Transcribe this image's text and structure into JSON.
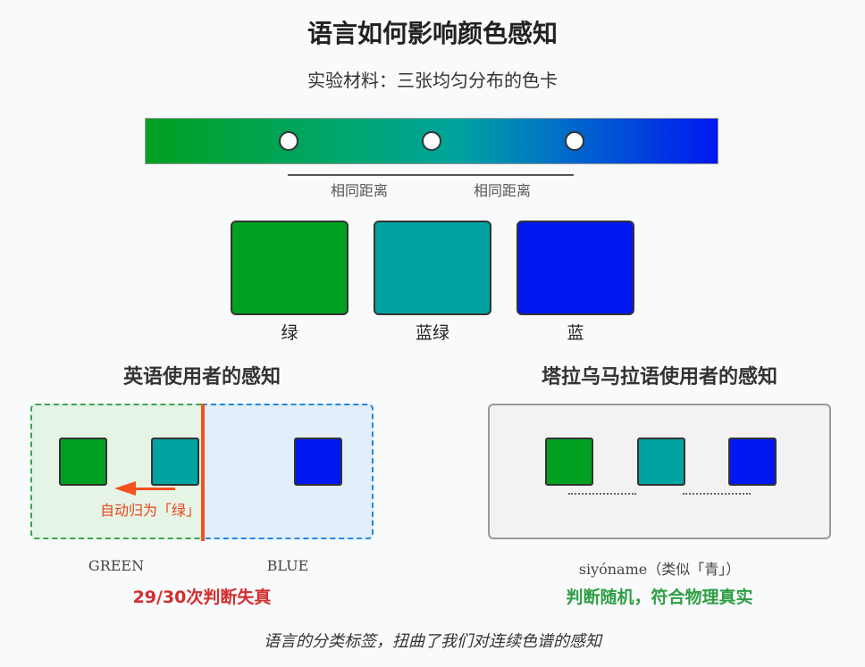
{
  "title": "语言如何影响颜色感知",
  "subtitle": "实验材料：三张均匀分布的色卡",
  "distance_labels": [
    "相同距离",
    "相同距离"
  ],
  "cards": [
    {
      "label": "绿",
      "color": "#00a020"
    },
    {
      "label": "蓝绿",
      "color": "#00a3a0"
    },
    {
      "label": "蓝",
      "color": "#0018f0"
    }
  ],
  "english": {
    "title": "英语使用者的感知",
    "arrow_text": "自动归为「绿」",
    "zone_green": "GREEN",
    "zone_blue": "BLUE",
    "verdict": "29/30次判断失真",
    "verdict_color": "#d32f2f",
    "boundary_color": "#f4511e"
  },
  "tamara": {
    "title": "塔拉乌马拉语使用者的感知",
    "zone_label": "siyóname（类似「青」）",
    "verdict": "判断随机，符合物理真实",
    "verdict_color": "#2e9e44"
  },
  "footer": "语言的分类标签，扭曲了我们对连续色谱的感知"
}
